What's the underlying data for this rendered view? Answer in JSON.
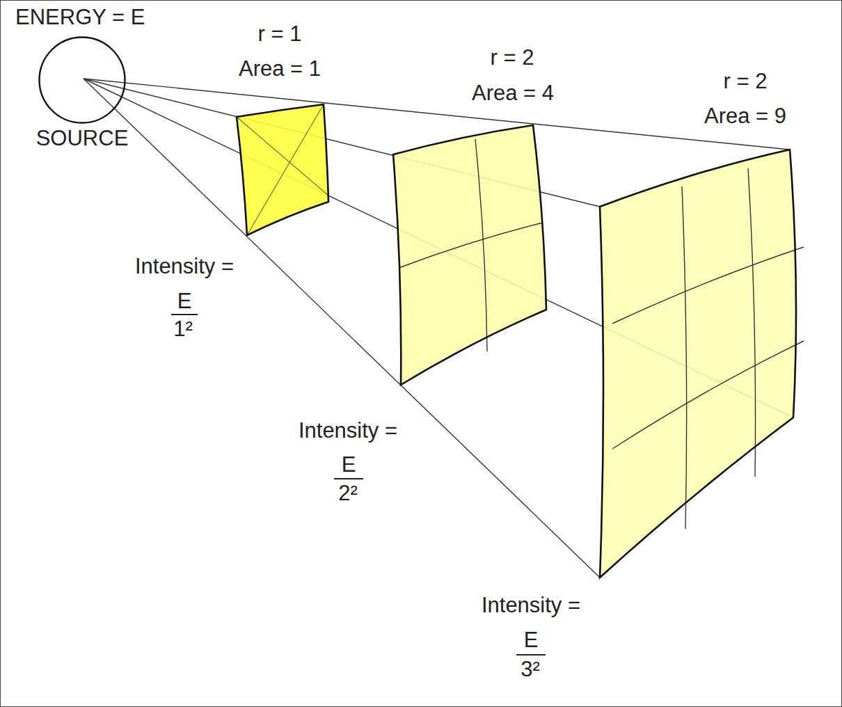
{
  "diagram": {
    "nodes": [
      {
        "text": [
          "ENERGY = E",
          "SOURCE"
        ]
      }
    ],
    "labels": [
      "r = 1",
      "Area = 1",
      "r = 2",
      "Area = 4",
      "r = 2",
      "Area = 9",
      "Intensity =",
      "E",
      "1²",
      "Intensity =",
      "E",
      "2²",
      "Intensity =",
      "E",
      "3²"
    ]
  }
}
